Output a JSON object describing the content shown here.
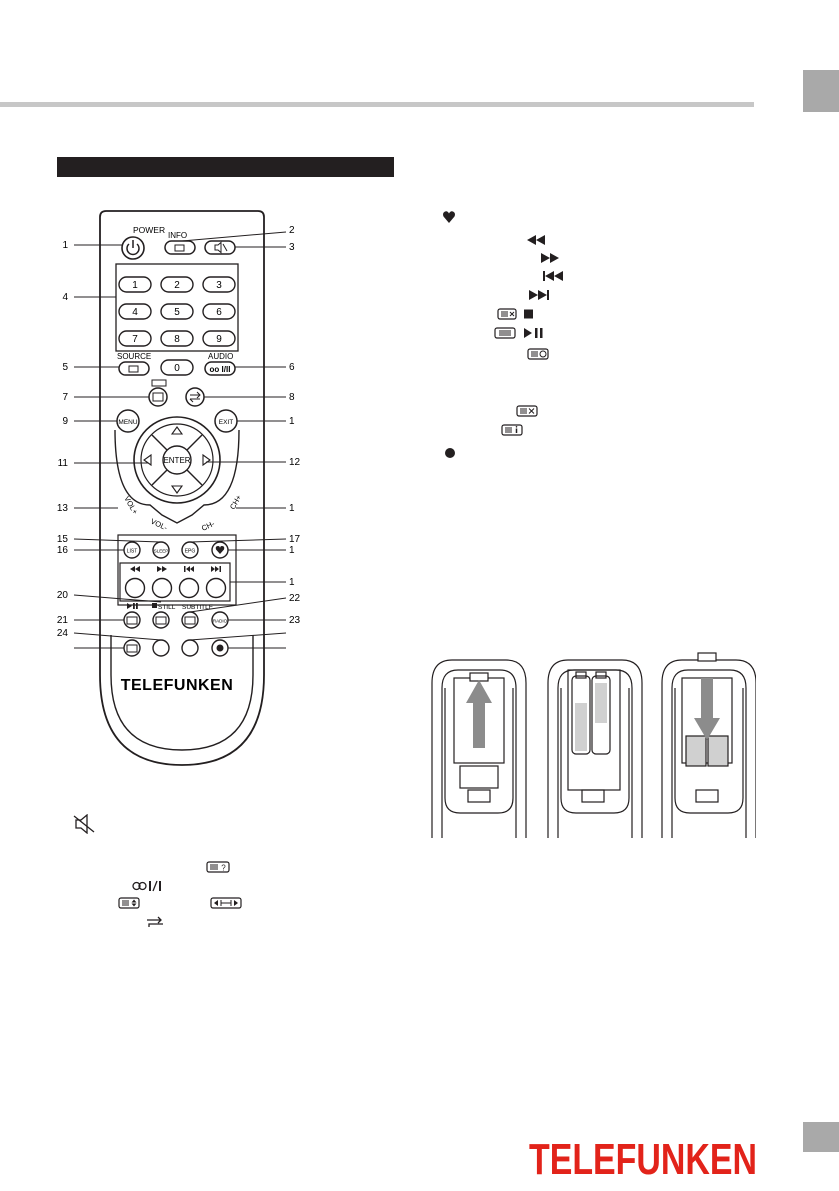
{
  "brand": {
    "name": "TELEFUNKEN",
    "color": "#e2231a"
  },
  "remote": {
    "top_labels": {
      "power": "POWER",
      "info": "INFO",
      "source": "SOURCE",
      "audio": "AUDIO"
    },
    "digits": [
      "1",
      "2",
      "3",
      "4",
      "5",
      "6",
      "7",
      "8",
      "9",
      "0"
    ],
    "menu": "MENU",
    "exit": "EXIT",
    "enter": "ENTER",
    "vol_plus": "VOL+",
    "vol_minus": "VOL-",
    "ch_plus": "CH+",
    "ch_minus": "CH-",
    "list": "LIST",
    "sleep": "SLEEP",
    "epg": "EPG",
    "still": "STILL",
    "subtitle": "SUBTITLE",
    "radio": "RADIO",
    "brand": "TELEFUNKEN"
  },
  "callouts": {
    "left": [
      "1",
      "4",
      "5",
      "7",
      "9",
      "11",
      "13",
      "15",
      "16",
      "20",
      "21",
      "24"
    ],
    "right": [
      "2",
      "3",
      "6",
      "8",
      "1",
      "12",
      "1",
      "17",
      "1",
      "1",
      "22",
      "23"
    ]
  },
  "colors": {
    "rule_gray": "#c7c7c7",
    "tab_gray": "#a9a9a9",
    "bar_dark": "#231f20",
    "ink": "#231f20"
  },
  "icons": [
    "heart-icon",
    "rewind-icon",
    "fast-forward-icon",
    "previous-track-icon",
    "next-track-icon",
    "stop-icon",
    "play-pause-icon",
    "timer-icon",
    "cancel-icon",
    "info-icon",
    "record-icon",
    "mute-icon",
    "help-icon",
    "audio-mode-icon",
    "zoom-icon",
    "aspect-icon",
    "recall-icon"
  ]
}
